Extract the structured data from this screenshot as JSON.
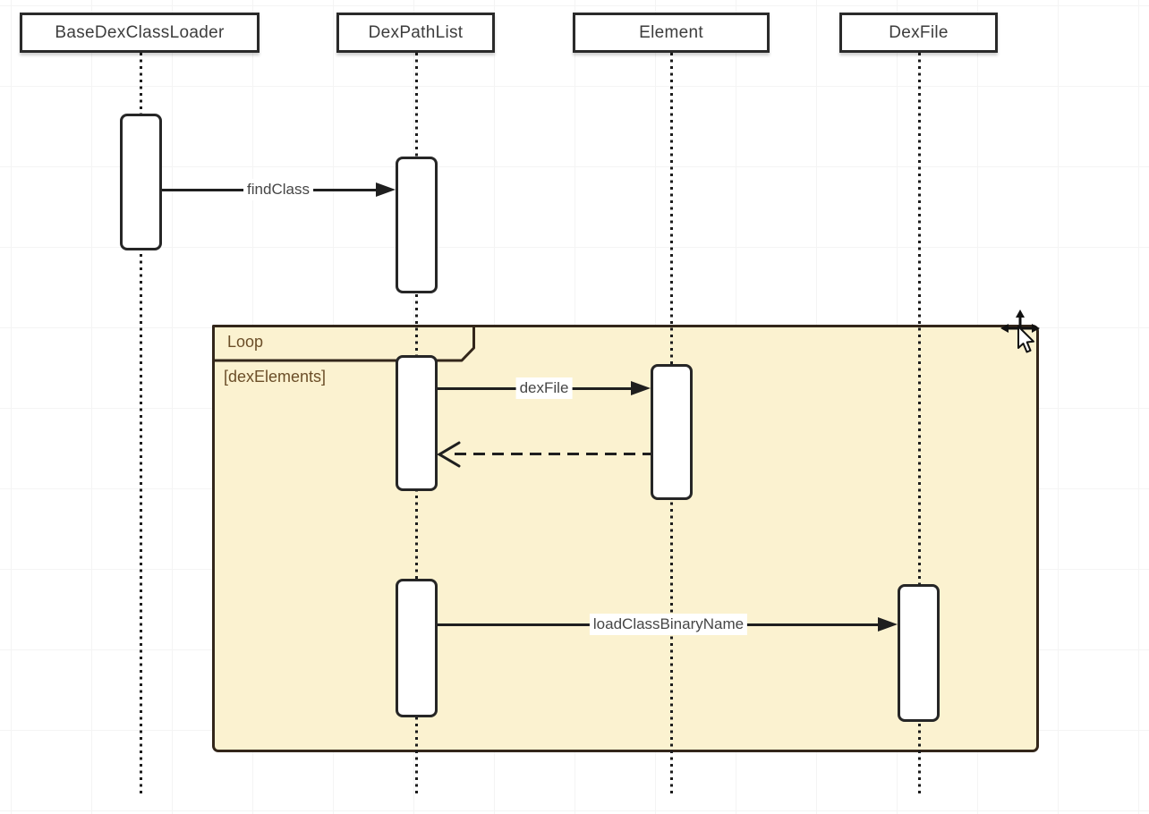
{
  "diagram": {
    "type": "uml-sequence-diagram",
    "lifelines": [
      {
        "name": "BaseDexClassLoader"
      },
      {
        "name": "DexPathList"
      },
      {
        "name": "Element"
      },
      {
        "name": "DexFile"
      }
    ],
    "fragment": {
      "operator": "Loop",
      "guard": "[dexElements]"
    },
    "messages": [
      {
        "label": "findClass",
        "from": "BaseDexClassLoader",
        "to": "DexPathList",
        "kind": "sync"
      },
      {
        "label": "dexFile",
        "from": "DexPathList",
        "to": "Element",
        "kind": "sync"
      },
      {
        "label": "",
        "from": "Element",
        "to": "DexPathList",
        "kind": "return"
      },
      {
        "label": "loadClassBinaryName",
        "from": "DexPathList",
        "to": "DexFile",
        "kind": "sync"
      }
    ],
    "cursor": {
      "icon": "move-cursor-icon"
    },
    "colors": {
      "fragment_fill": "#fbf2d0",
      "fragment_border": "#33261a",
      "fragment_text": "#6b4e28",
      "line": "#1f1f1f",
      "shape_border": "#262626",
      "text": "#3d3d3d",
      "canvas_bg": "#ffffff"
    }
  }
}
